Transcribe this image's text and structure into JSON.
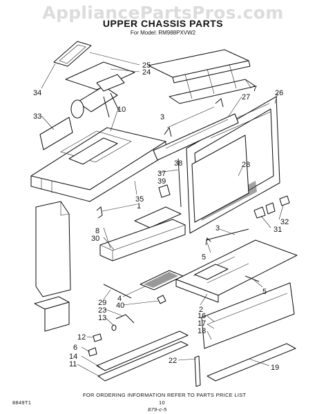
{
  "watermark": "AppliancePartsPros.com",
  "title": "UPPER CHASSIS PARTS",
  "subtitle": "For Model: RM988PXVW2",
  "footer_note": "FOR ORDERING INFORMATION REFER TO PARTS PRICE LIST",
  "footer_left": "8849T1",
  "footer_page": "10",
  "handwritten_note": "879-c-5",
  "callouts": [
    "25",
    "24",
    "34",
    "33",
    "10",
    "7",
    "27",
    "26",
    "3",
    "38",
    "28",
    "37",
    "39",
    "35",
    "1",
    "8",
    "30",
    "3",
    "5",
    "31",
    "32",
    "2",
    "4",
    "40",
    "5",
    "29",
    "23",
    "13",
    "12",
    "6",
    "14",
    "11",
    "16",
    "17",
    "18",
    "22",
    "19"
  ]
}
